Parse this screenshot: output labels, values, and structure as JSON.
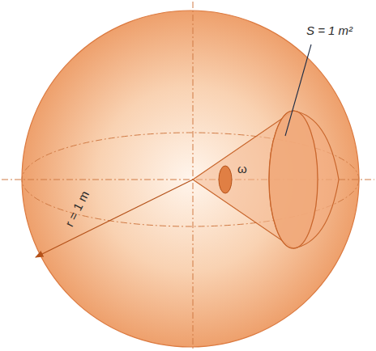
{
  "diagram": {
    "labels": [
      "S = 1 m²",
      "ω",
      "r = 1 m"
    ]
  }
}
